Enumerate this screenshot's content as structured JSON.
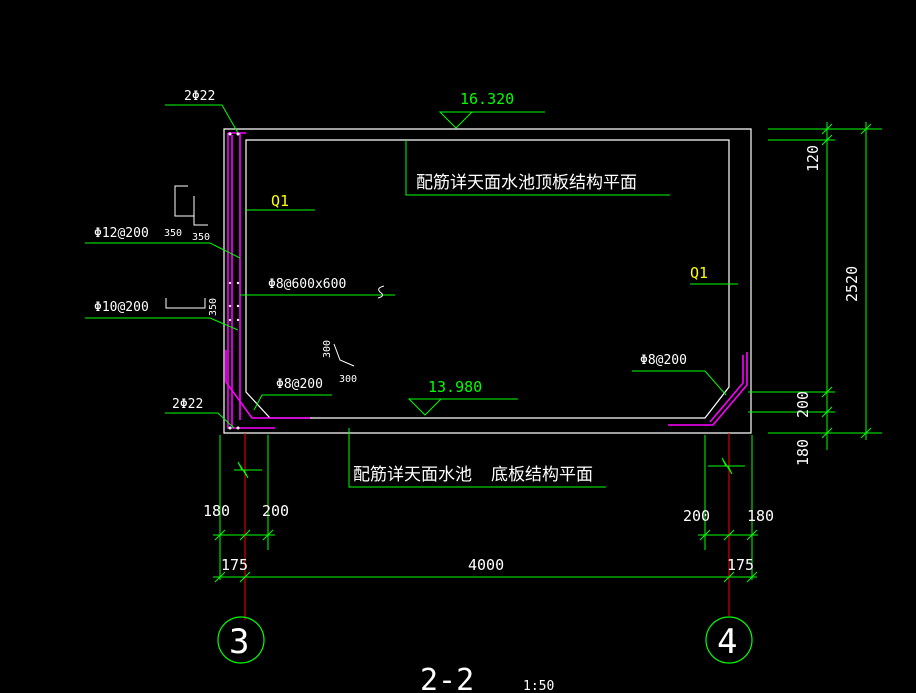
{
  "elevations": {
    "top": "16.320",
    "bottom": "13.980"
  },
  "notes": {
    "top_slab": "配筋详天面水池顶板结构平面",
    "bottom_slab_a": "配筋详天面水池",
    "bottom_slab_b": "底板结构平面"
  },
  "wall_tags": {
    "left": "Q1",
    "right": "Q1"
  },
  "rebar_labels": {
    "top_corner": "2Φ22",
    "bottom_corner": "2Φ22",
    "vertical": "Φ12@200",
    "horizontal": "Φ10@200",
    "tie": "Φ8@600x600",
    "haunch_left": "Φ8@200",
    "haunch_right": "Φ8@200"
  },
  "small_dims": {
    "hook_a": "350",
    "hook_b": "350",
    "hook_c": "350",
    "bend_v": "300",
    "bend_h": "300"
  },
  "dimensions": {
    "right_top": "120",
    "right_total": "2520",
    "right_haunch": "200",
    "right_bottom": "180",
    "left_180": "180",
    "left_200": "200",
    "right_200": "200",
    "right_180": "180",
    "left_axis_175": "175",
    "span": "4000",
    "right_axis_175": "175"
  },
  "axes": {
    "left": "3",
    "right": "4"
  },
  "section": {
    "title": "2-2",
    "scale": "1:50"
  },
  "colors": {
    "concrete": "#ffffff",
    "rebar": "#ff00ff",
    "leader": "#00ff00",
    "text": "#ffffff",
    "wall_tag": "#ffff00",
    "axis_line": "#ff0000",
    "dim_line": "#00ff00"
  }
}
